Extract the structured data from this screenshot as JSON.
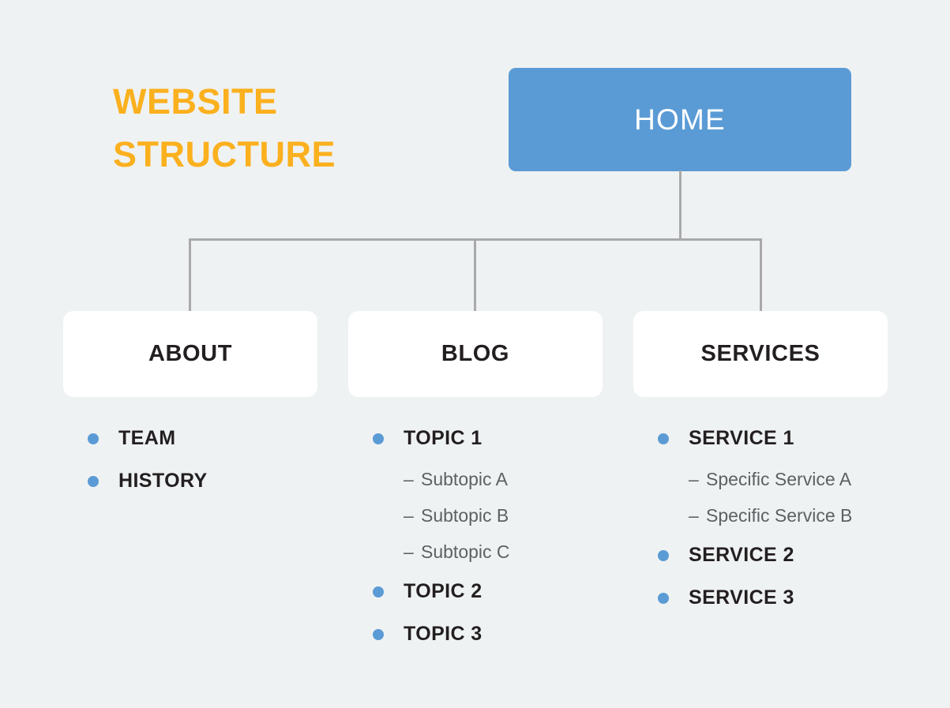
{
  "page": {
    "background_color": "#eff2f3",
    "title_lines": [
      "WEBSITE",
      "STRUCTURE"
    ],
    "title_color": "#fbb01e"
  },
  "colors": {
    "accent_blue": "#5b9bd5",
    "accent_orange": "#fbb01e",
    "connector_gray": "#a9a9a9",
    "card_white": "#ffffff",
    "text_dark": "#231f20",
    "text_sub": "#5e6163"
  },
  "tree": {
    "root": {
      "label": "HOME"
    },
    "branches": [
      {
        "label": "ABOUT",
        "items": [
          {
            "label": "TEAM",
            "subitems": []
          },
          {
            "label": "HISTORY",
            "subitems": []
          }
        ]
      },
      {
        "label": "BLOG",
        "items": [
          {
            "label": "TOPIC 1",
            "subitems": [
              "Subtopic A",
              "Subtopic B",
              "Subtopic C"
            ]
          },
          {
            "label": "TOPIC 2",
            "subitems": []
          },
          {
            "label": "TOPIC 3",
            "subitems": []
          }
        ]
      },
      {
        "label": "SERVICES",
        "items": [
          {
            "label": "SERVICE 1",
            "subitems": [
              "Specific Service A",
              "Specific Service B"
            ]
          },
          {
            "label": "SERVICE 2",
            "subitems": []
          },
          {
            "label": "SERVICE 3",
            "subitems": []
          }
        ]
      }
    ]
  },
  "symbols": {
    "sub_dash": "–"
  }
}
